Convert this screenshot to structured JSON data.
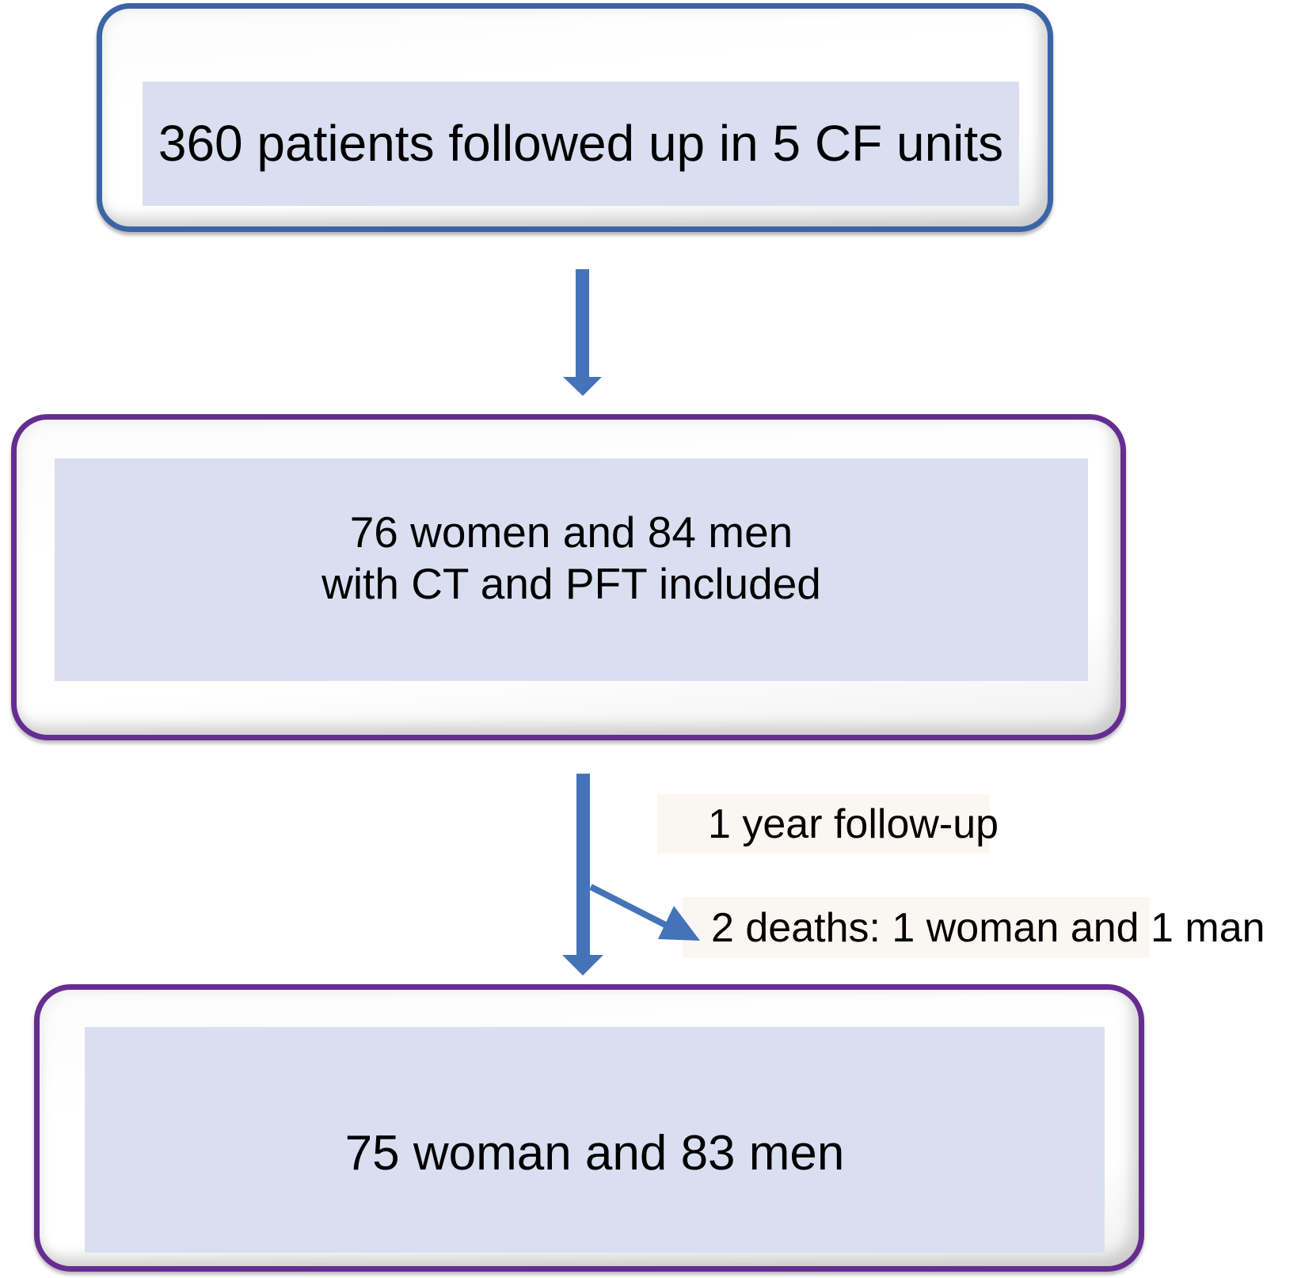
{
  "figure": {
    "type": "flow-diagram",
    "boxes": [
      {
        "text": "360 patients followed up in 5 CF units"
      },
      {
        "line1": "76 women and 84 men",
        "line2": "with CT and PFT included"
      },
      {
        "text": "75 woman and 83 men"
      }
    ],
    "annotations": {
      "follow_up": "1 year follow-up",
      "deaths": "2 deaths: 1 woman and 1 man"
    },
    "colors": {
      "box_border_blue": "#3c63a5",
      "box_border_purple": "#662d91",
      "panel_fill": "#d9dff0",
      "arrow_blue": "#4573b9",
      "label_bg": "#faf6f2",
      "text": "#000000"
    }
  }
}
